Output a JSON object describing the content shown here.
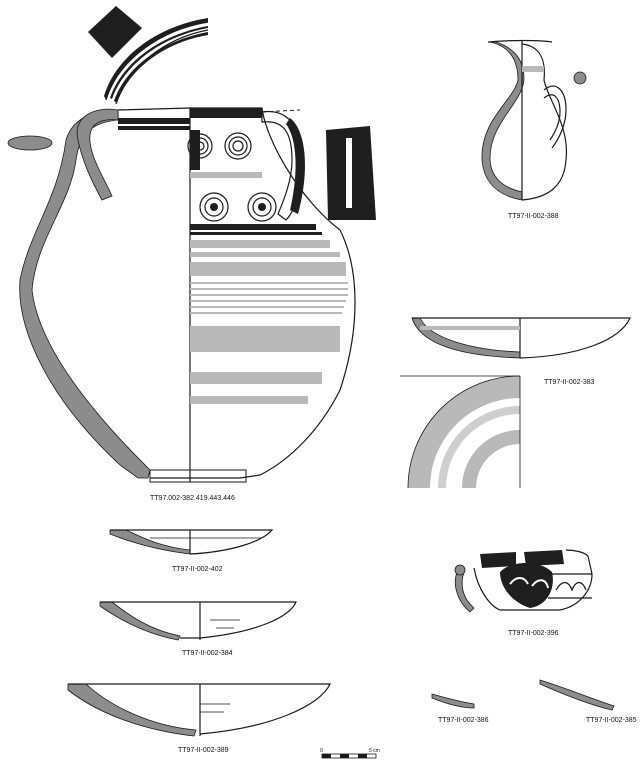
{
  "labels": {
    "big_jug": "TT97.002-382.419.443.446",
    "juglet": "TT97-II-002-388",
    "plate": "TT97-II-002-383",
    "small_bowl": "TT97-II-002-402",
    "deep_bowl": "TT97-II-002-384",
    "wide_bowl": "TT97-II-002-389",
    "sherd_396": "TT97-II-002-396",
    "sherd_386": "TT97-II-002-386",
    "sherd_385": "TT97-II-002-385"
  },
  "scale": {
    "start": "0",
    "end": "5 cm"
  },
  "colors": {
    "ink": "#1a1a1a",
    "section": "#8c8c8c",
    "band": "#b9b9b9",
    "paint": "#1e1e1e"
  }
}
